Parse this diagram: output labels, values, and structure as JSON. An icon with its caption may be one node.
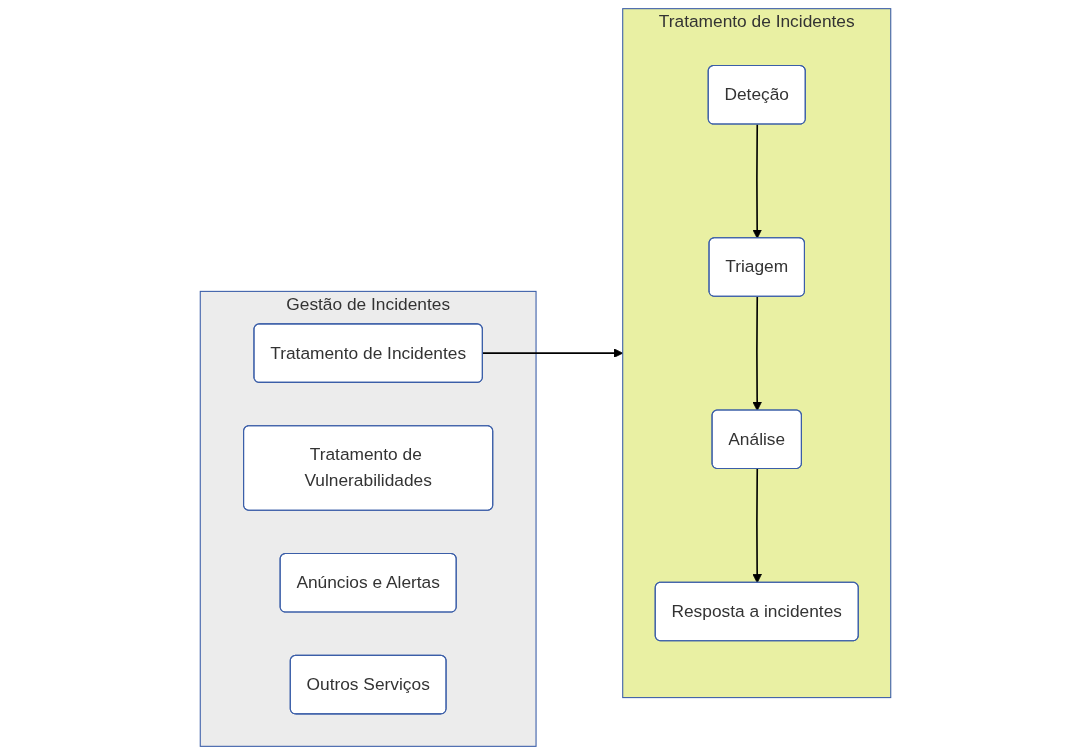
{
  "diagram": {
    "nodes": [
      {
        "text": [
          "Gestão de Incidentes"
        ]
      },
      {
        "text": [
          "Tratamento de Incidentes"
        ],
        "in": 0
      },
      {
        "text": [
          "Tratamento de Vulnerabilidades"
        ],
        "in": 0
      },
      {
        "text": [
          "Anúncios e Alertas"
        ],
        "in": 0
      },
      {
        "text": [
          "Outros Serviços"
        ],
        "in": 0
      },
      {
        "text": [
          "Tratamento de Incidentes"
        ]
      },
      {
        "text": [
          "Deteção"
        ],
        "in": 5
      },
      {
        "text": [
          "Triagem"
        ],
        "in": 5
      },
      {
        "text": [
          "Análise"
        ],
        "in": 5
      },
      {
        "text": [
          "Resposta a incidentes"
        ],
        "in": 5
      }
    ],
    "edges": [
      {
        "from": 1,
        "to": 5,
        "arrow": "to"
      },
      {
        "from": 6,
        "to": 7,
        "arrow": "to"
      },
      {
        "from": 7,
        "to": 8,
        "arrow": "to"
      },
      {
        "from": 8,
        "to": 9,
        "arrow": "to"
      }
    ]
  }
}
